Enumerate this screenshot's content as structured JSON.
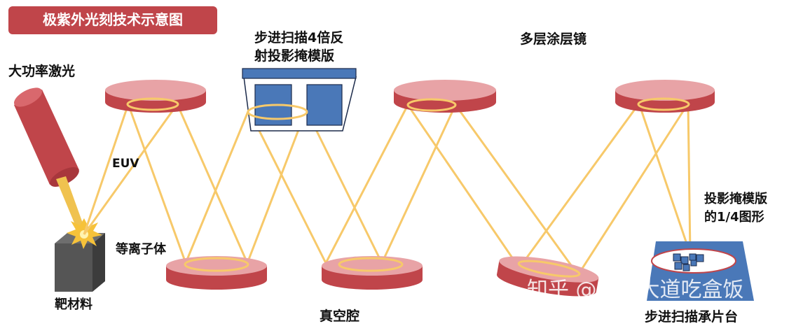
{
  "title": "极紫外光刻技术示意图",
  "labels": {
    "laser": "大功率激光",
    "euv": "EUV",
    "plasma": "等离子体",
    "target": "靶材料",
    "mask_line1": "步进扫描4倍反",
    "mask_line2": "射投影掩模版",
    "multilayer": "多层涂层镜",
    "vacuum": "真空腔",
    "pattern_line1": "投影掩模版",
    "pattern_line2": "的1/4图形",
    "stage": "步进扫描承片台"
  },
  "watermark": "知乎 @深南大道吃盒饭",
  "colors": {
    "mirror_dark": "#c0454a",
    "mirror_light": "#e8a3a6",
    "beam": "#f7c96a",
    "mask_blue": "#4a78b8",
    "title_bg": "#c0454a"
  }
}
